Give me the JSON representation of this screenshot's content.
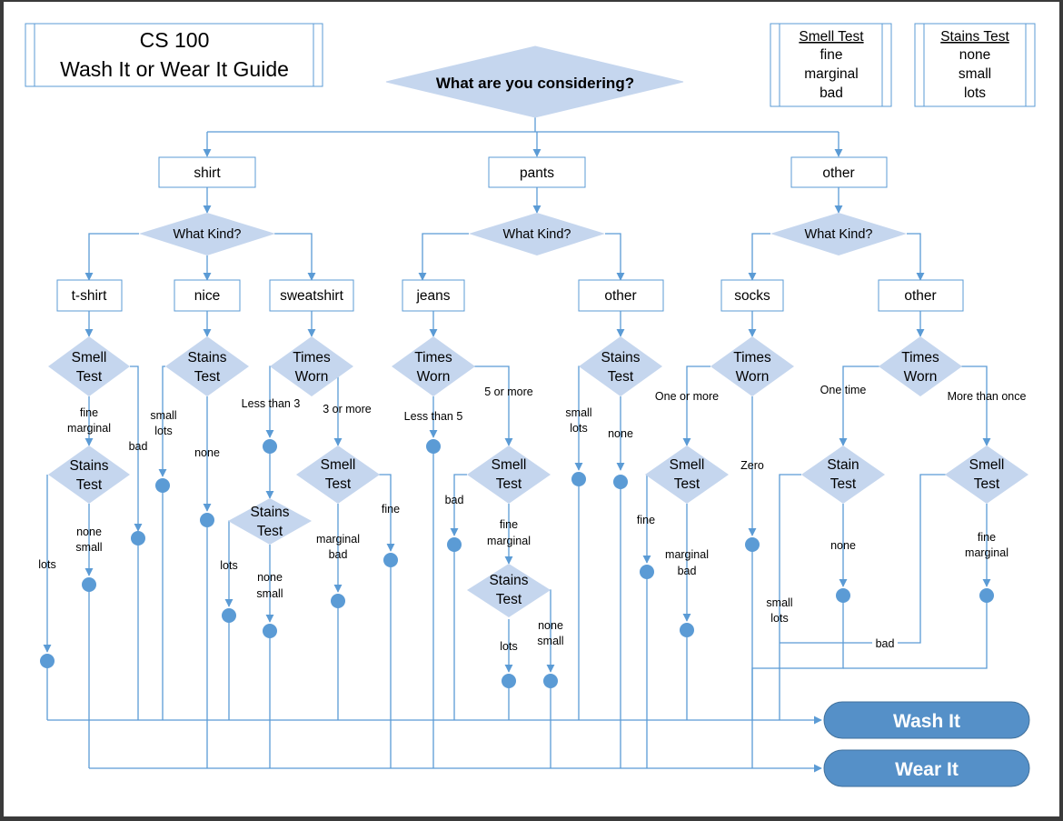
{
  "title": {
    "line1": "CS 100",
    "line2": "Wash It or Wear It Guide"
  },
  "legend_smell": {
    "heading": "Smell Test",
    "items": [
      "fine",
      "marginal",
      "bad"
    ]
  },
  "legend_stains": {
    "heading": "Stains Test",
    "items": [
      "none",
      "small",
      "lots"
    ]
  },
  "root_question": "What are you considering?",
  "categories": [
    "shirt",
    "pants",
    "other"
  ],
  "what_kind": "What Kind?",
  "shirt_kinds": [
    "t-shirt",
    "nice",
    "sweatshirt"
  ],
  "pants_kinds": [
    "jeans",
    "other"
  ],
  "other_kinds": [
    "socks",
    "other"
  ],
  "tests": {
    "smell_l1": "Smell",
    "smell_l2": "Test",
    "stains_l1": "Stains",
    "stains_l2": "Test",
    "stain_l1": "Stain",
    "stain_l2": "Test",
    "times_l1": "Times",
    "times_l2": "Worn"
  },
  "edge_labels": {
    "fine": "fine",
    "marginal": "marginal",
    "bad": "bad",
    "none": "none",
    "small": "small",
    "lots": "lots",
    "less_than_3": "Less than 3",
    "three_or_more": "3 or more",
    "less_than_5": "Less than 5",
    "five_or_more": "5 or more",
    "one_or_more": "One or more",
    "zero": "Zero",
    "one_time": "One time",
    "more_than_once": "More than once"
  },
  "outcomes": {
    "wash": "Wash It",
    "wear": "Wear It"
  },
  "colors": {
    "line": "#5b9bd5",
    "node_fill": "#c5d6ee",
    "dot": "#5b9bd5",
    "terminal": "#5590c8",
    "box_border": "#5b9bd5"
  }
}
